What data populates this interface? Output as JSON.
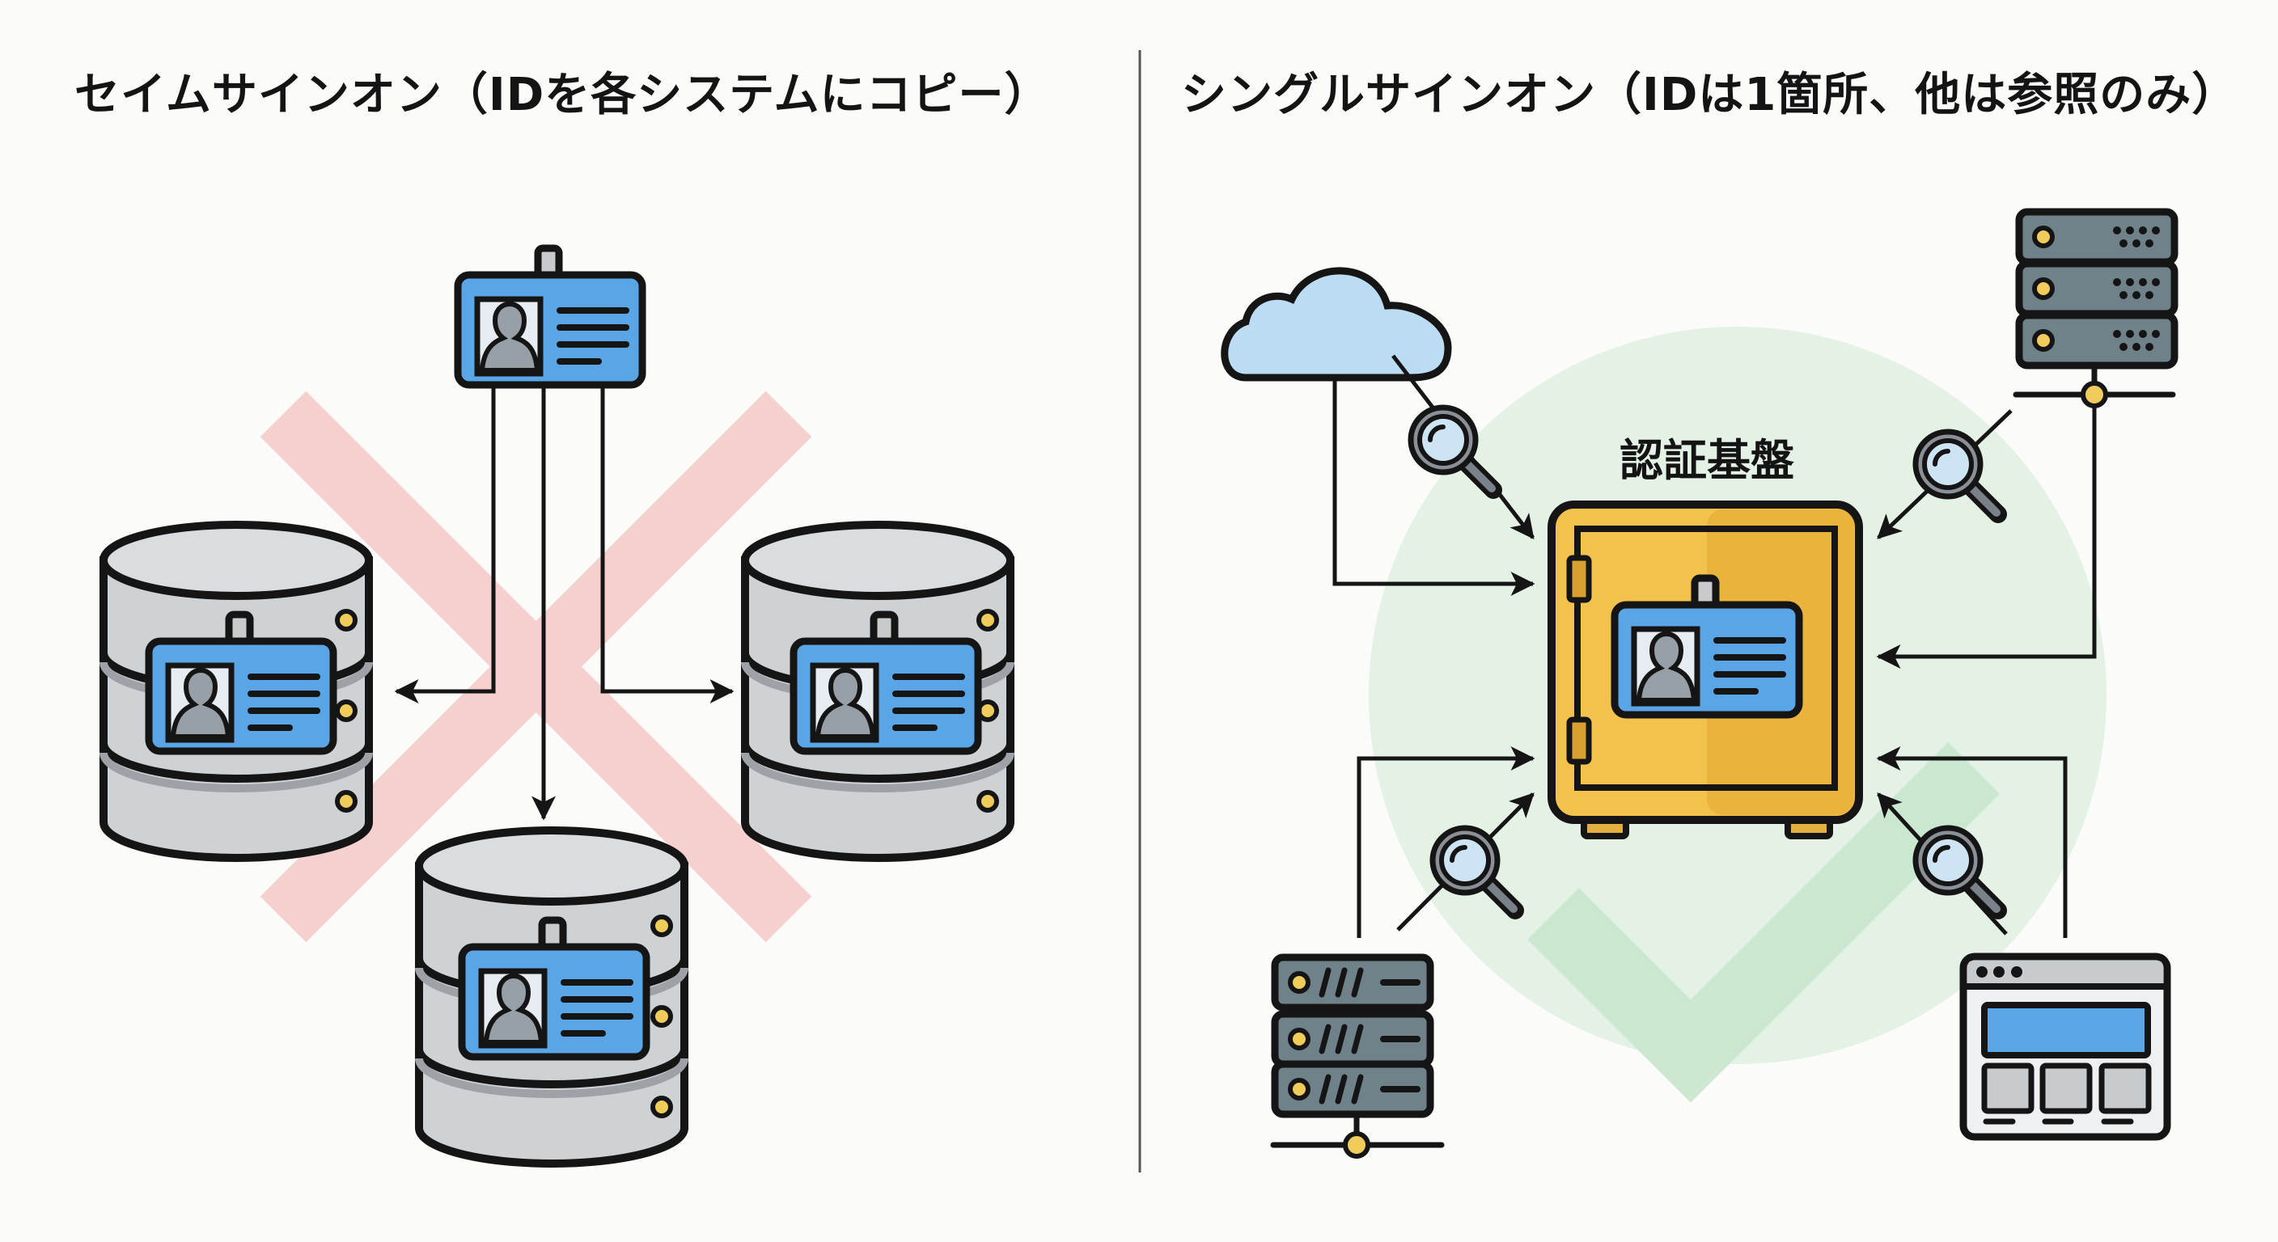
{
  "left_panel": {
    "title": "セイムサインオン（IDを各システムにコピー）",
    "source": "id-card",
    "targets": [
      "database",
      "database",
      "database"
    ],
    "relation": "copy",
    "overlay": "cross-mark",
    "overlay_color": "#f4c4c4"
  },
  "right_panel": {
    "title": "シングルサインオン（IDは1箇所、他は参照のみ）",
    "hub_label": "認証基盤",
    "hub": "safe-with-id-card",
    "clients": [
      "cloud",
      "server-rack",
      "server-rack",
      "browser-window"
    ],
    "relation": "reference",
    "overlay": "check-mark",
    "overlay_color": "#cfe9d3"
  },
  "colors": {
    "card_blue": "#5aa5e6",
    "db_gray": "#cfd2d5",
    "safe_gold": "#f3c24c",
    "server_slate": "#6f8289",
    "cloud_blue": "#bcdcf4",
    "accent_yellow": "#f0cc5a",
    "outline": "#151515"
  }
}
